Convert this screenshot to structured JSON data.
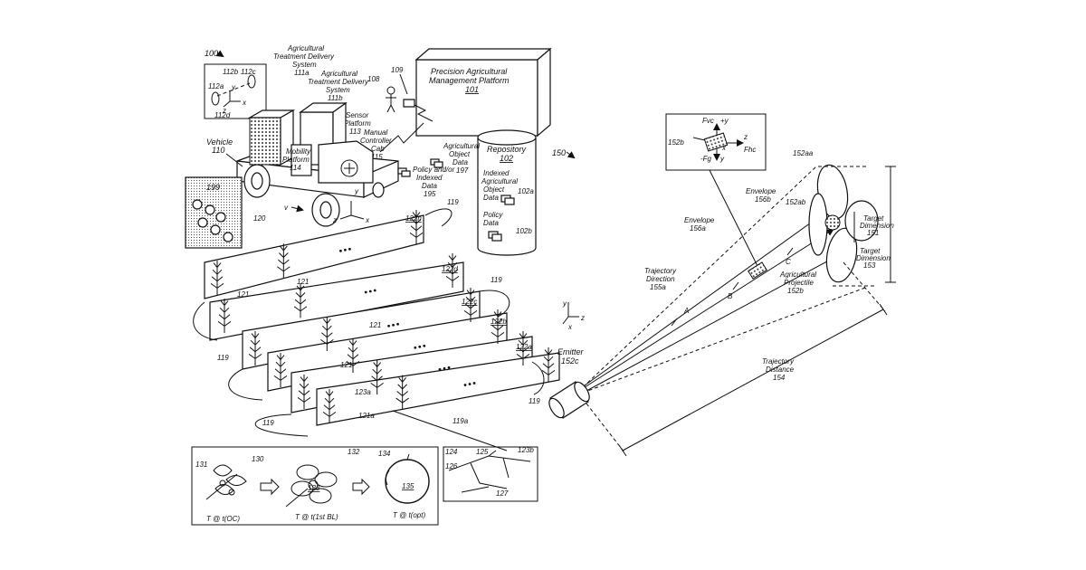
{
  "fig_left": {
    "ref_100": "100",
    "axes_box": {
      "a": "112a",
      "b": "112b",
      "c": "112c",
      "d": "112d",
      "y": "y",
      "z": "z",
      "x": "x"
    },
    "delivery_a": [
      "Agricultural",
      "Treatment Delivery",
      "System",
      "111a"
    ],
    "delivery_b": [
      "Agricultural",
      "Treatment Delivery",
      "System",
      "111b"
    ],
    "sensor": [
      "Sensor",
      "Platform",
      "113"
    ],
    "manual": [
      "Manual",
      "Controller",
      "Cab",
      "115"
    ],
    "mobility": [
      "Mobility",
      "Platform",
      "114"
    ],
    "vehicle": [
      "Vehicle",
      "110"
    ],
    "inset_199": "199",
    "person_108": "108",
    "device_109": "109",
    "platform": [
      "Precision Agricultural",
      "Management Platform",
      "101"
    ],
    "repository": [
      "Repository",
      "102"
    ],
    "indexed": [
      "Indexed",
      "Agricultural",
      "Object",
      "Data"
    ],
    "ref_102a": "102a",
    "policy": [
      "Policy",
      "Data"
    ],
    "ref_102b": "102b",
    "ag_object": [
      "Agricultural",
      "Object",
      "Data",
      "197"
    ],
    "policy_indexed": [
      "Policy and/or",
      "Indexed",
      "Data",
      "195"
    ],
    "vehicle_axes": {
      "y": "y",
      "z": "z",
      "x": "x",
      "v": "v"
    },
    "ref_119": "119",
    "ref_120": "120",
    "ref_121": "121",
    "rows": [
      "122n",
      "122d",
      "122c",
      "122b",
      "122a"
    ],
    "ref_123a": "123a",
    "ref_121a": "121a",
    "ref_119a": "119a",
    "growth": {
      "r130": "130",
      "r131": "131",
      "r132": "132",
      "r133": "133",
      "r134": "134",
      "r135": "135",
      "t1": "T @ t(OC)",
      "t2": "T @ t(1st BL)",
      "t3": "T @ t(opt)"
    },
    "branch": {
      "r123b": "123b",
      "r124": "124",
      "r125": "125",
      "r126": "126",
      "r127": "127"
    }
  },
  "fig_right": {
    "ref_150": "150",
    "force_box": {
      "r152b": "152b",
      "fvc": "Fvc",
      "y1": "+y",
      "z": "z",
      "fhc": "Fhc",
      "x": "x",
      "fg": "-Fg",
      "y2": "y"
    },
    "r152aa": "152aa",
    "r152ab": "152ab",
    "envelope_b": [
      "Envelope",
      "156b"
    ],
    "envelope_a": [
      "Envelope",
      "156a"
    ],
    "target151": [
      "Target",
      "Dimension",
      "151"
    ],
    "target153": [
      "Target",
      "Dimension",
      "153"
    ],
    "trajectory_dir": [
      "Trajectory",
      "Direction",
      "155a"
    ],
    "projectile": [
      "Agricultural",
      "Projectile",
      "152b"
    ],
    "seg": {
      "a": "A",
      "b": "B",
      "c": "C"
    },
    "axes": {
      "y": "y",
      "z": "z",
      "x": "x"
    },
    "emitter": [
      "Emitter",
      "152c"
    ],
    "distance": [
      "Trajectory",
      "Distance",
      "154"
    ]
  }
}
